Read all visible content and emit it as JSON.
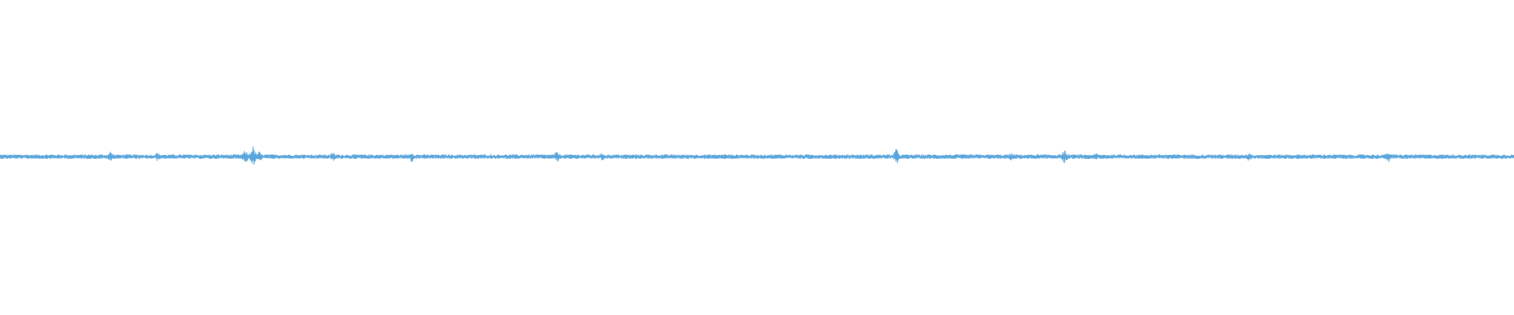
{
  "waveform": {
    "color": "#5aa6dc",
    "background": "#ffffff",
    "baseline_amplitude": 0.012,
    "noise_amplitude": 0.035,
    "peaks": [
      {
        "at": 0.073,
        "amplitude": 0.1
      },
      {
        "at": 0.104,
        "amplitude": 0.08
      },
      {
        "at": 0.162,
        "amplitude": 0.12
      },
      {
        "at": 0.167,
        "amplitude": 0.2
      },
      {
        "at": 0.171,
        "amplitude": 0.1
      },
      {
        "at": 0.22,
        "amplitude": 0.08
      },
      {
        "at": 0.272,
        "amplitude": 0.1
      },
      {
        "at": 0.368,
        "amplitude": 0.1
      },
      {
        "at": 0.398,
        "amplitude": 0.07
      },
      {
        "at": 0.478,
        "amplitude": 0.06
      },
      {
        "at": 0.592,
        "amplitude": 0.15
      },
      {
        "at": 0.668,
        "amplitude": 0.07
      },
      {
        "at": 0.703,
        "amplitude": 0.12
      },
      {
        "at": 0.724,
        "amplitude": 0.06
      },
      {
        "at": 0.825,
        "amplitude": 0.08
      },
      {
        "at": 0.917,
        "amplitude": 0.1
      }
    ]
  }
}
